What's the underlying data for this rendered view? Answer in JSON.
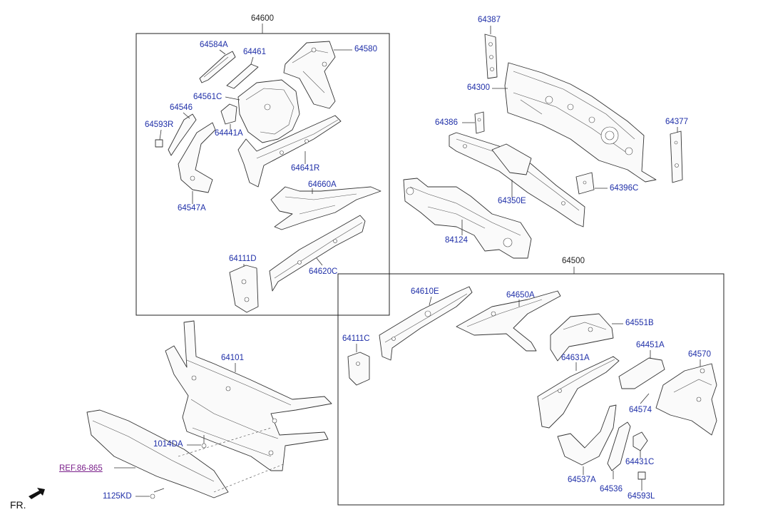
{
  "diagram": {
    "groups": {
      "left_group": "64600",
      "right_group": "64500"
    },
    "labels": {
      "l64387": "64387",
      "l64300": "64300",
      "l64386": "64386",
      "l64377": "64377",
      "l64350E": "64350E",
      "l64396C": "64396C",
      "l84124": "84124",
      "l64584A": "64584A",
      "l64461": "64461",
      "l64580": "64580",
      "l64561C": "64561C",
      "l64546": "64546",
      "l64593R": "64593R",
      "l64441A": "64441A",
      "l64641R": "64641R",
      "l64660A": "64660A",
      "l64547A": "64547A",
      "l64111D": "64111D",
      "l64620C": "64620C",
      "l64101": "64101",
      "l1014DA": "1014DA",
      "l1125KD": "1125KD",
      "l64610E": "64610E",
      "l64650A": "64650A",
      "l64551B": "64551B",
      "l64111C": "64111C",
      "l64631A": "64631A",
      "l64451A": "64451A",
      "l64570": "64570",
      "l64574": "64574",
      "l64431C": "64431C",
      "l64537A": "64537A",
      "l64536": "64536",
      "l64593L": "64593L"
    },
    "reference_link": "REF.86-865",
    "direction_marker": "FR."
  }
}
